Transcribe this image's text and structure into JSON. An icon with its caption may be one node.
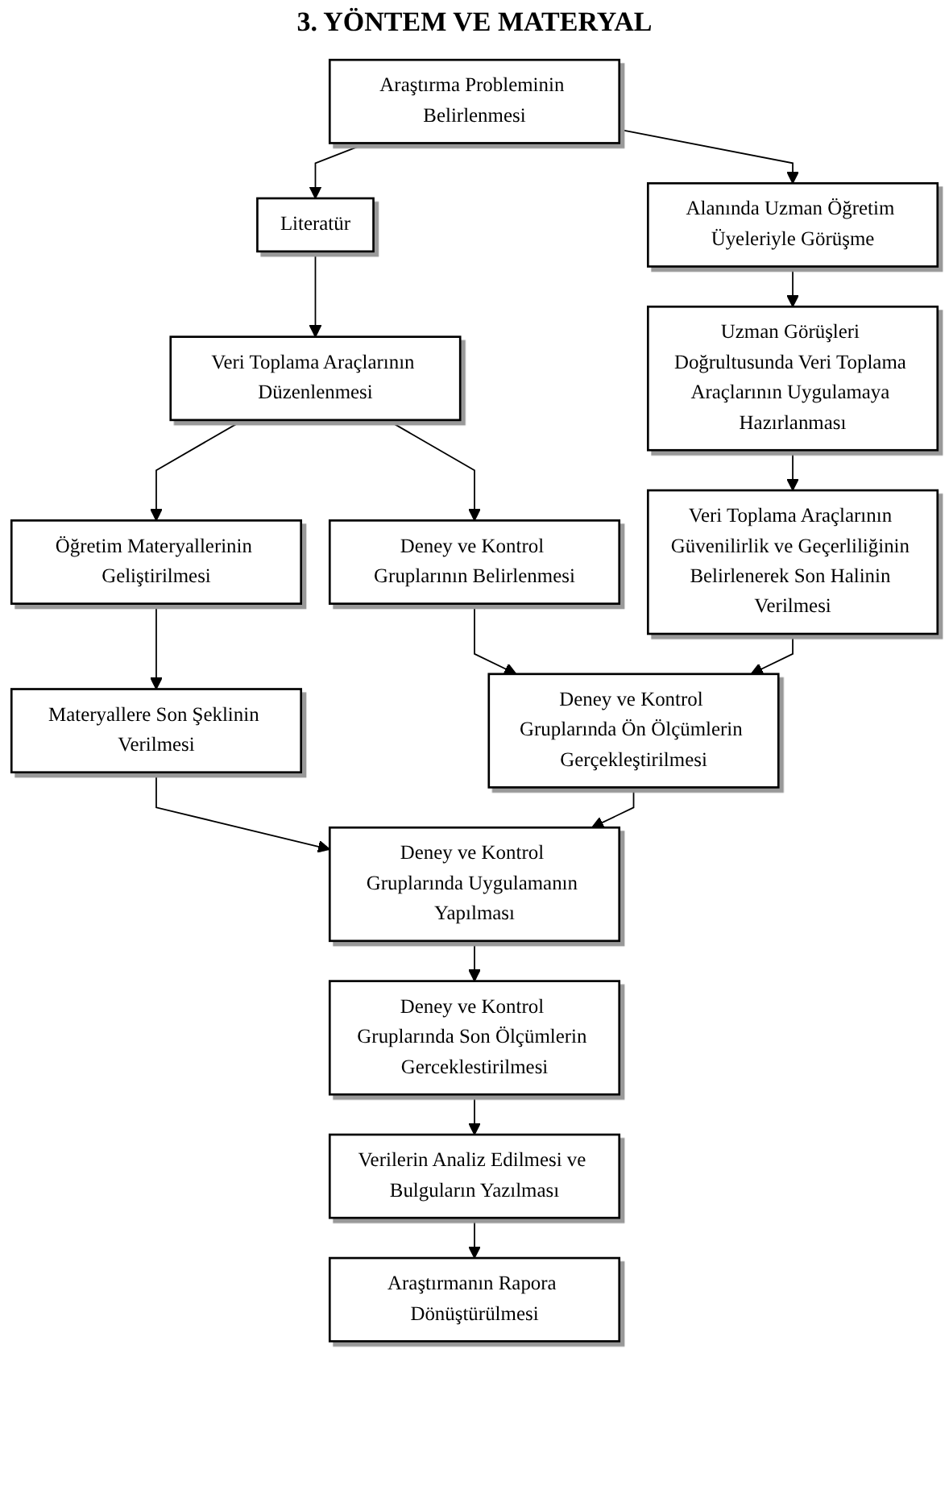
{
  "diagram": {
    "title": "3. YÖNTEM VE MATERYAL",
    "nodes": [
      {
        "text": [
          "Araştırma Probleminin Belirlenmesi"
        ]
      },
      {
        "text": [
          "Literatür"
        ]
      },
      {
        "text": [
          "Alanında Uzman Öğretim Üyeleriyle Görüşme"
        ]
      },
      {
        "text": [
          "Veri Toplama Araçlarının Düzenlenmesi"
        ]
      },
      {
        "text": [
          "Öğretim Materyallerinin Geliştirilmesi"
        ]
      },
      {
        "text": [
          "Deney ve Kontrol Gruplarının Belirlenmesi"
        ]
      },
      {
        "text": [
          "Uzman Görüşleri Doğrultusunda Veri Toplama Araçlarının Uygulamaya Hazırlanması"
        ]
      },
      {
        "text": [
          "Materyallere Son Şeklinin Verilmesi"
        ]
      },
      {
        "text": [
          "Veri Toplama Araçlarının Güvenilirlik ve Geçerliliğinin Belirlenerek Son Halinin Verilmesi"
        ]
      },
      {
        "text": [
          "Deney ve Kontrol Gruplarında Ön Ölçümlerin Gerçekleştirilmesi"
        ]
      },
      {
        "text": [
          "Deney ve Kontrol Gruplarında Uygulamanın Yapılması"
        ]
      },
      {
        "text": [
          "Deney ve Kontrol Gruplarında Son Ölçümlerin Gerceklestirilmesi"
        ]
      },
      {
        "text": [
          "Verilerin Analiz Edilmesi ve Bulguların Yazılması"
        ]
      },
      {
        "text": [
          "Araştırmanın Rapora Dönüştürülmesi"
        ]
      }
    ],
    "edges": [
      {
        "from": 0,
        "to": 1,
        "arrow": "to"
      },
      {
        "from": 0,
        "to": 2,
        "arrow": "to"
      },
      {
        "from": 1,
        "to": 3,
        "arrow": "to"
      },
      {
        "from": 3,
        "to": 4,
        "arrow": "to"
      },
      {
        "from": 3,
        "to": 5,
        "arrow": "to"
      },
      {
        "from": 2,
        "to": 6,
        "arrow": "to"
      },
      {
        "from": 4,
        "to": 7,
        "arrow": "to"
      },
      {
        "from": 6,
        "to": 8,
        "arrow": "to"
      },
      {
        "from": 5,
        "to": 9,
        "arrow": "to"
      },
      {
        "from": 8,
        "to": 9,
        "arrow": "to"
      },
      {
        "from": 7,
        "to": 10,
        "arrow": "to"
      },
      {
        "from": 9,
        "to": 10,
        "arrow": "to"
      },
      {
        "from": 10,
        "to": 11,
        "arrow": "to"
      },
      {
        "from": 11,
        "to": 12,
        "arrow": "to"
      },
      {
        "from": 12,
        "to": 13,
        "arrow": "to"
      }
    ]
  }
}
